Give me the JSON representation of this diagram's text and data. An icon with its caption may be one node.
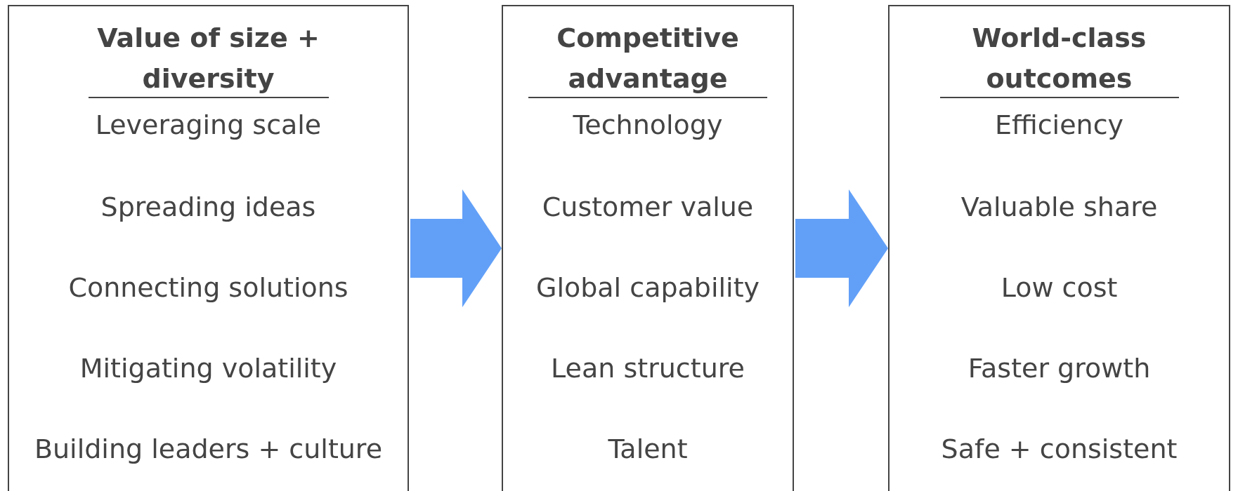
{
  "diagram": {
    "nodes": [
      {
        "text": [
          "Value of size + diversity",
          "Leveraging scale",
          "Spreading ideas",
          "Connecting solutions",
          "Mitigating volatility",
          "Building leaders + culture"
        ]
      },
      {
        "text": [
          "Competitive advantage",
          "Technology",
          "Customer value",
          "Global capability",
          "Lean structure",
          "Talent"
        ]
      },
      {
        "text": [
          "World-class outcomes",
          "Efficiency",
          "Valuable share",
          "Low cost",
          "Faster growth",
          "Safe + consistent"
        ]
      }
    ],
    "edges": [
      {
        "from": 0,
        "to": 1,
        "arrow": "to",
        "style": "thick",
        "color": "#62a0f8"
      },
      {
        "from": 1,
        "to": 2,
        "arrow": "to",
        "style": "thick",
        "color": "#62a0f8"
      }
    ]
  }
}
